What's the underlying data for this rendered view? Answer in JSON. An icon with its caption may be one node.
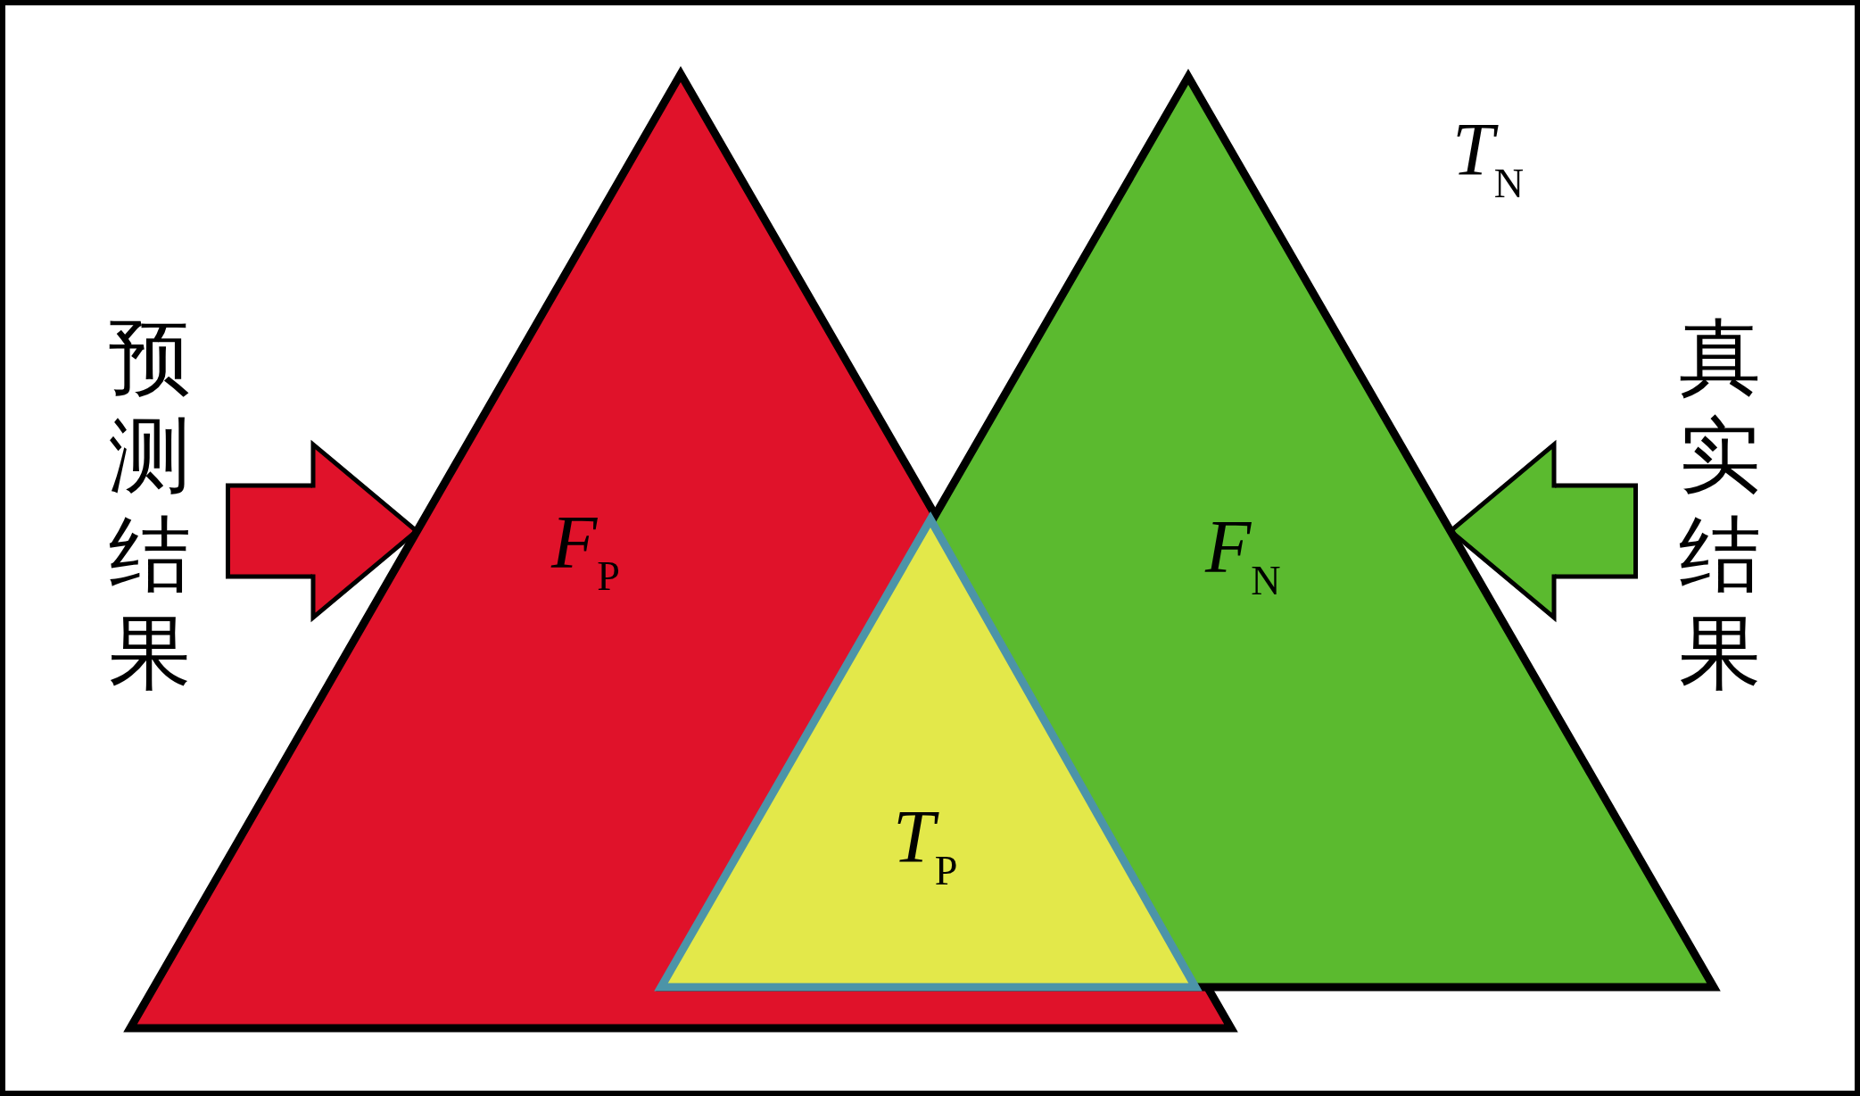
{
  "diagram": {
    "nodes": [
      {
        "text": [
          "预测结果"
        ]
      },
      {
        "text": [
          "*F*$_{P}$"
        ]
      },
      {
        "text": [
          "*F*$_{N}$"
        ]
      },
      {
        "text": [
          "*T*$_{P}$"
        ]
      },
      {
        "text": [
          "真实结果"
        ]
      }
    ],
    "edges": [
      {
        "from": 0,
        "to": 1,
        "arrow": "to",
        "color": "#e0122a"
      },
      {
        "from": 4,
        "to": 2,
        "arrow": "to",
        "color": "#5bba2f"
      }
    ],
    "labels": [
      "*T*$_{N}$"
    ]
  }
}
